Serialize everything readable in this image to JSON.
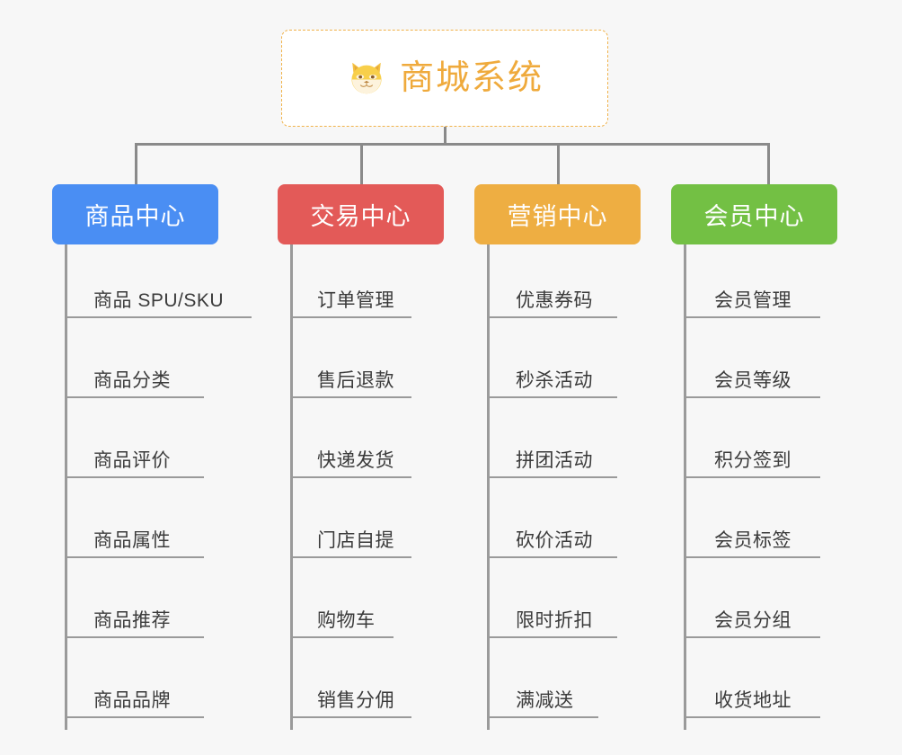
{
  "diagram": {
    "background_color": "#f7f7f7",
    "connector_color": "#8a8a8a",
    "root": {
      "title": "商城系统",
      "icon": "shiba-dog-face-icon",
      "text_color": "#efaa3c",
      "border_color": "#f0b24a",
      "background_color": "#ffffff"
    },
    "columns": [
      {
        "label": "商品中心",
        "color": "#4a8ef3",
        "items": [
          "商品 SPU/SKU",
          "商品分类",
          "商品评价",
          "商品属性",
          "商品推荐",
          "商品品牌"
        ]
      },
      {
        "label": "交易中心",
        "color": "#e35a58",
        "items": [
          "订单管理",
          "售后退款",
          "快递发货",
          "门店自提",
          "购物车",
          "销售分佣"
        ]
      },
      {
        "label": "营销中心",
        "color": "#eeae42",
        "items": [
          "优惠券码",
          "秒杀活动",
          "拼团活动",
          "砍价活动",
          "限时折扣",
          "满减送"
        ]
      },
      {
        "label": "会员中心",
        "color": "#73c044",
        "items": [
          "会员管理",
          "会员等级",
          "积分签到",
          "会员标签",
          "会员分组",
          "收货地址"
        ]
      }
    ]
  }
}
